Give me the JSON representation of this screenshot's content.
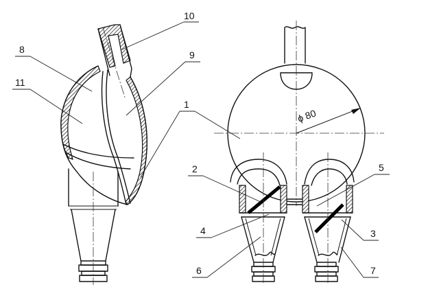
{
  "labels": {
    "p1": "1",
    "p2": "2",
    "p3": "3",
    "p4": "4",
    "p5": "5",
    "p6": "6",
    "p7": "7",
    "p8": "8",
    "p9": "9",
    "p10": "10",
    "p11": "11"
  },
  "dimension": "ϕ 80"
}
